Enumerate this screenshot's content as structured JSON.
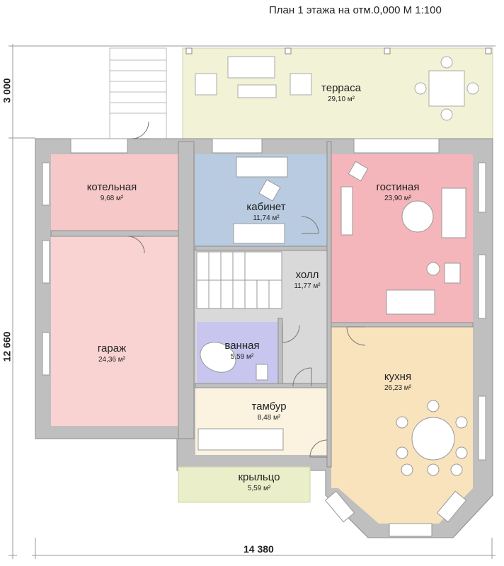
{
  "title": "План 1 этажа на отм.0,000 М 1:100",
  "dimensions": {
    "top_height": "3 000",
    "main_height": "12 660",
    "total_width": "14 380"
  },
  "rooms": [
    {
      "id": "terrace",
      "name": "терраса",
      "area": "29,10 м²"
    },
    {
      "id": "boiler",
      "name": "котельная",
      "area": "9,68 м²"
    },
    {
      "id": "office",
      "name": "кабинет",
      "area": "11,74 м²"
    },
    {
      "id": "living",
      "name": "гостиная",
      "area": "23,90 м²"
    },
    {
      "id": "hall",
      "name": "холл",
      "area": "11,77 м²"
    },
    {
      "id": "garage",
      "name": "гараж",
      "area": "24,36 м²"
    },
    {
      "id": "bathroom",
      "name": "ванная",
      "area": "5,59 м²"
    },
    {
      "id": "kitchen",
      "name": "кухня",
      "area": "26,23 м²"
    },
    {
      "id": "vestibule",
      "name": "тамбур",
      "area": "8,48 м²"
    },
    {
      "id": "porch",
      "name": "крыльцо",
      "area": "5,59 м²"
    }
  ],
  "colors": {
    "terrace": "#f2f2d6",
    "boiler": "#f7c8c8",
    "office": "#b9cbe0",
    "living": "#f4b6bb",
    "hall": "#d9d9d9",
    "garage": "#f9d2d2",
    "bathroom": "#c8c6ef",
    "kitchen": "#f8e3bd",
    "vestibule": "#fbf3e0",
    "porch": "#eaeec9",
    "wall": "#8c8c8c",
    "wall_fill": "#bfbfbf"
  }
}
